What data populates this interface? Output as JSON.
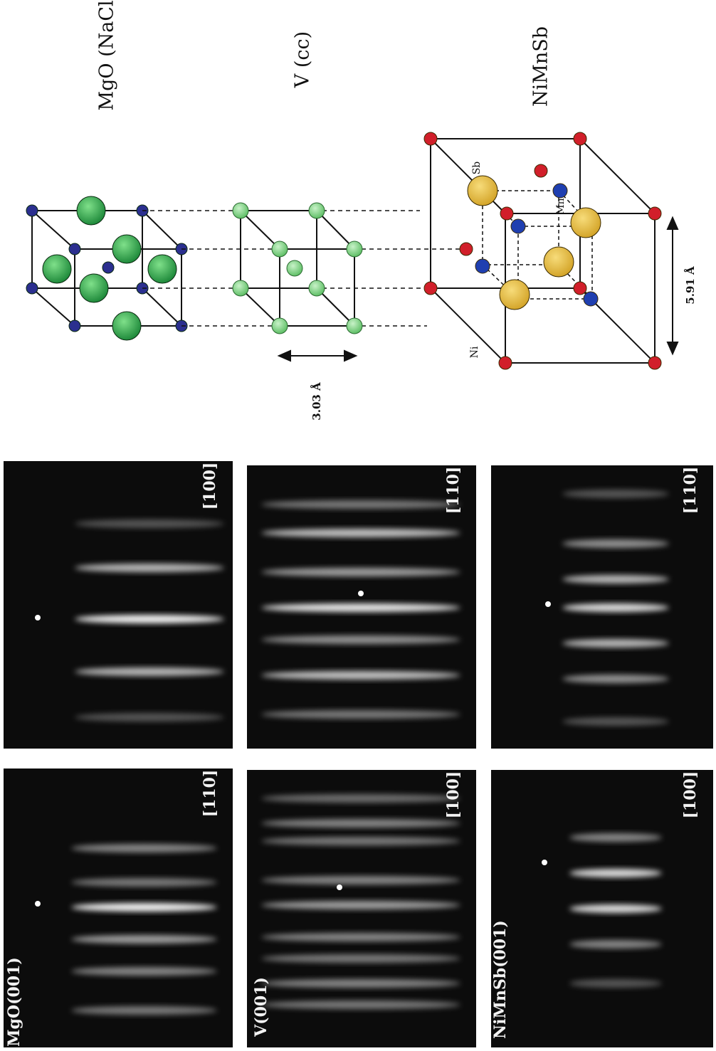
{
  "structures": {
    "mgo_title": "MgO (NaCl)",
    "v_title": "V (cc)",
    "nimnsb_title": "NiMnSb",
    "v_lattice": "3.03 Å",
    "nimnsb_lattice": "5.91 Å",
    "atom_sb": "Sb",
    "atom_mn": "Mn",
    "atom_ni": "Ni"
  },
  "atom_colors": {
    "mg_large": "#2f9b4a",
    "o_small": "#2b2f8f",
    "v_atom": "#7fd47f",
    "ni": "#d11f2a",
    "mn": "#1f3fb0",
    "sb": "#e8bd3c"
  },
  "panels": [
    {
      "id": "mgo-001-110",
      "sample": "MgO(001)",
      "direction": "[110]"
    },
    {
      "id": "mgo-001-100",
      "sample": "",
      "direction": "[100]"
    },
    {
      "id": "v-001-100",
      "sample": "V(001)",
      "direction": "[100]"
    },
    {
      "id": "v-001-110",
      "sample": "",
      "direction": "[110]"
    },
    {
      "id": "nimnsb-001-100",
      "sample": "NiMnSb(001)",
      "direction": "[100]"
    },
    {
      "id": "nimnsb-001-110",
      "sample": "",
      "direction": "[110]"
    }
  ]
}
